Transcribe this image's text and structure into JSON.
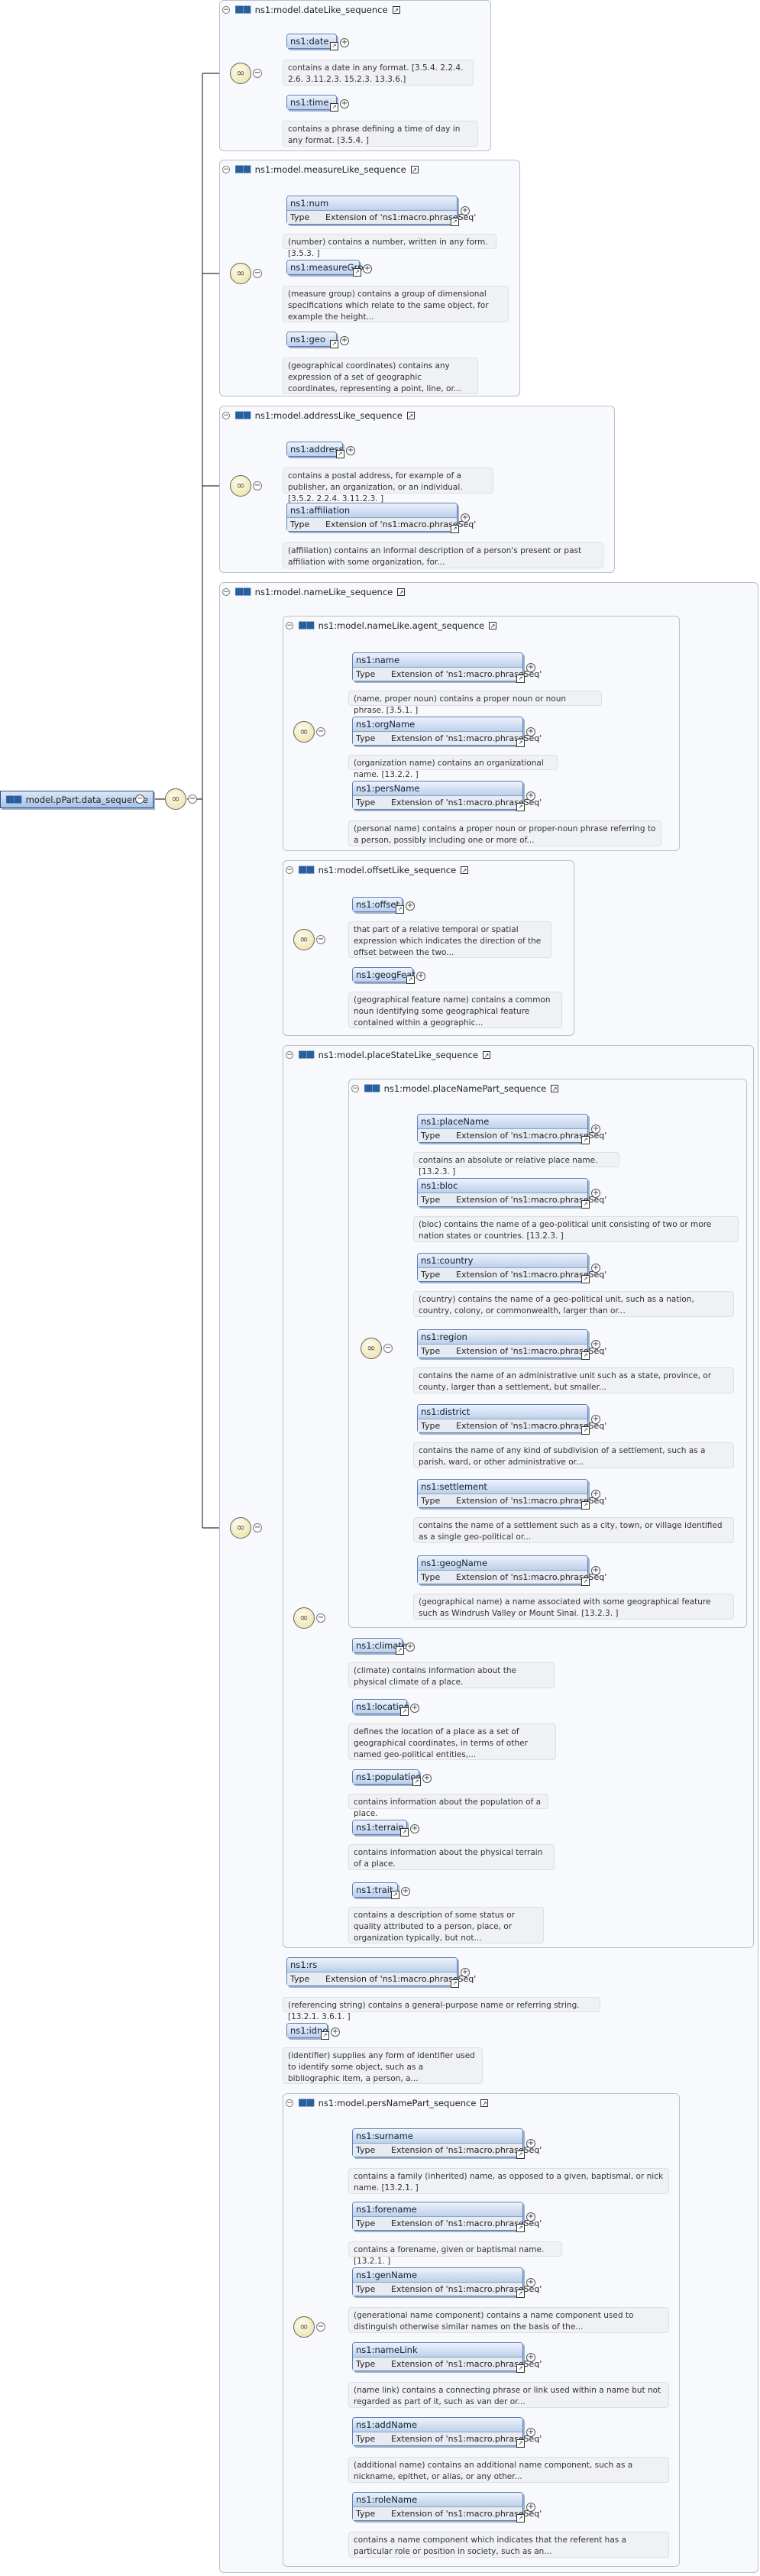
{
  "root": {
    "label": "model.pPart.data_sequence"
  },
  "groups": {
    "dateLike": {
      "title": "ns1:model.dateLike_sequence"
    },
    "measureLike": {
      "title": "ns1:model.measureLike_sequence"
    },
    "addressLike": {
      "title": "ns1:model.addressLike_sequence"
    },
    "nameLike": {
      "title": "ns1:model.nameLike_sequence"
    },
    "agent": {
      "title": "ns1:model.nameLike.agent_sequence"
    },
    "offsetLike": {
      "title": "ns1:model.offsetLike_sequence"
    },
    "placeStateLike": {
      "title": "ns1:model.placeStateLike_sequence"
    },
    "placeNamePart": {
      "title": "ns1:model.placeNamePart_sequence"
    },
    "persNamePart": {
      "title": "ns1:model.persNamePart_sequence"
    }
  },
  "type_key": "Type",
  "type_value": "Extension of 'ns1:macro.phraseSeq'",
  "elements": {
    "date": {
      "name": "ns1:date",
      "desc": "contains a date in any format. [3.5.4. 2.2.4. 2.6. 3.11.2.3. 15.2.3. 13.3.6.]"
    },
    "time": {
      "name": "ns1:time",
      "desc": "contains a phrase defining a time of day in any format. [3.5.4. ]"
    },
    "num": {
      "name": "ns1:num",
      "desc": "(number) contains a number, written in any form. [3.5.3. ]"
    },
    "measureGrp": {
      "name": "ns1:measureGrp",
      "desc": "(measure group) contains a group of dimensional specifications which relate to the same object, for example the height..."
    },
    "geo": {
      "name": "ns1:geo",
      "desc": "(geographical coordinates) contains any expression of a set of geographic coordinates, representing a point, line, or..."
    },
    "address": {
      "name": "ns1:address",
      "desc": "contains a postal address, for example of a publisher, an organization, or an individual. [3.5.2. 2.2.4. 3.11.2.3. ]"
    },
    "affiliation": {
      "name": "ns1:affiliation",
      "desc": "(affiliation) contains an informal description of a person's present or past affiliation with some organization, for..."
    },
    "name": {
      "name": "ns1:name",
      "desc": "(name, proper noun) contains a proper noun or noun phrase. [3.5.1. ]"
    },
    "orgName": {
      "name": "ns1:orgName",
      "desc": "(organization name) contains an organizational name. [13.2.2. ]"
    },
    "persName": {
      "name": "ns1:persName",
      "desc": "(personal name) contains a proper noun or proper-noun phrase referring to a person, possibly including one or more of..."
    },
    "offset": {
      "name": "ns1:offset",
      "desc": "that part of a relative temporal or spatial expression which indicates the direction of the offset between the two..."
    },
    "geogFeat": {
      "name": "ns1:geogFeat",
      "desc": "(geographical feature name) contains a common noun identifying some geographical feature contained within a geographic..."
    },
    "placeName": {
      "name": "ns1:placeName",
      "desc": "contains an absolute or relative place name. [13.2.3. ]"
    },
    "bloc": {
      "name": "ns1:bloc",
      "desc": "(bloc) contains the name of a geo-political unit consisting of two or more nation states or countries. [13.2.3. ]"
    },
    "country": {
      "name": "ns1:country",
      "desc": "(country) contains the name of a geo-political unit, such as a nation, country, colony, or commonwealth, larger than or..."
    },
    "region": {
      "name": "ns1:region",
      "desc": "contains the name of an administrative unit such as a state, province, or county, larger than a settlement, but smaller..."
    },
    "district": {
      "name": "ns1:district",
      "desc": "contains the name of any kind of subdivision of a settlement, such as a parish, ward, or other administrative or..."
    },
    "settlement": {
      "name": "ns1:settlement",
      "desc": "contains the name of a settlement such as a city, town, or village identified as a single geo-political or..."
    },
    "geogName": {
      "name": "ns1:geogName",
      "desc": "(geographical name) a name associated with some geographical feature such as Windrush Valley or Mount Sinai. [13.2.3. ]"
    },
    "climate": {
      "name": "ns1:climate",
      "desc": "(climate) contains information about the physical climate of a place."
    },
    "location": {
      "name": "ns1:location",
      "desc": "defines the location of a place as a set of geographical coordinates, in terms of other named geo-political entities,..."
    },
    "population": {
      "name": "ns1:population",
      "desc": "contains information about the population of a place."
    },
    "terrain": {
      "name": "ns1:terrain",
      "desc": "contains information about the physical terrain of a place."
    },
    "trait": {
      "name": "ns1:trait",
      "desc": "contains a description of some status or quality attributed to a person, place, or organization typically, but not..."
    },
    "rs": {
      "name": "ns1:rs",
      "desc": "(referencing string) contains a general-purpose name or referring string. [13.2.1. 3.6.1. ]"
    },
    "idno": {
      "name": "ns1:idno",
      "desc": "(identifier) supplies any form of identifier used to identify some object, such as a bibliographic item, a person, a..."
    },
    "surname": {
      "name": "ns1:surname",
      "desc": "contains a family (inherited) name, as opposed to a given, baptismal, or nick name. [13.2.1. ]"
    },
    "forename": {
      "name": "ns1:forename",
      "desc": "contains a forename, given or baptismal name. [13.2.1. ]"
    },
    "genName": {
      "name": "ns1:genName",
      "desc": "(generational name component) contains a name component used to distinguish otherwise similar names on the basis of the..."
    },
    "nameLink": {
      "name": "ns1:nameLink",
      "desc": "(name link) contains a connecting phrase or link used within a name but not regarded as part of it, such as van der or..."
    },
    "addName": {
      "name": "ns1:addName",
      "desc": "(additional name) contains an additional name component, such as a nickname, epithet, or alias, or any other..."
    },
    "roleName": {
      "name": "ns1:roleName",
      "desc": "contains a name component which indicates that the referent has a particular role or position in society, such as an..."
    }
  },
  "icons": {
    "group": "sequence-group-icon",
    "link": "link-arrow-icon",
    "sequence": "sequence-compositor-icon"
  }
}
